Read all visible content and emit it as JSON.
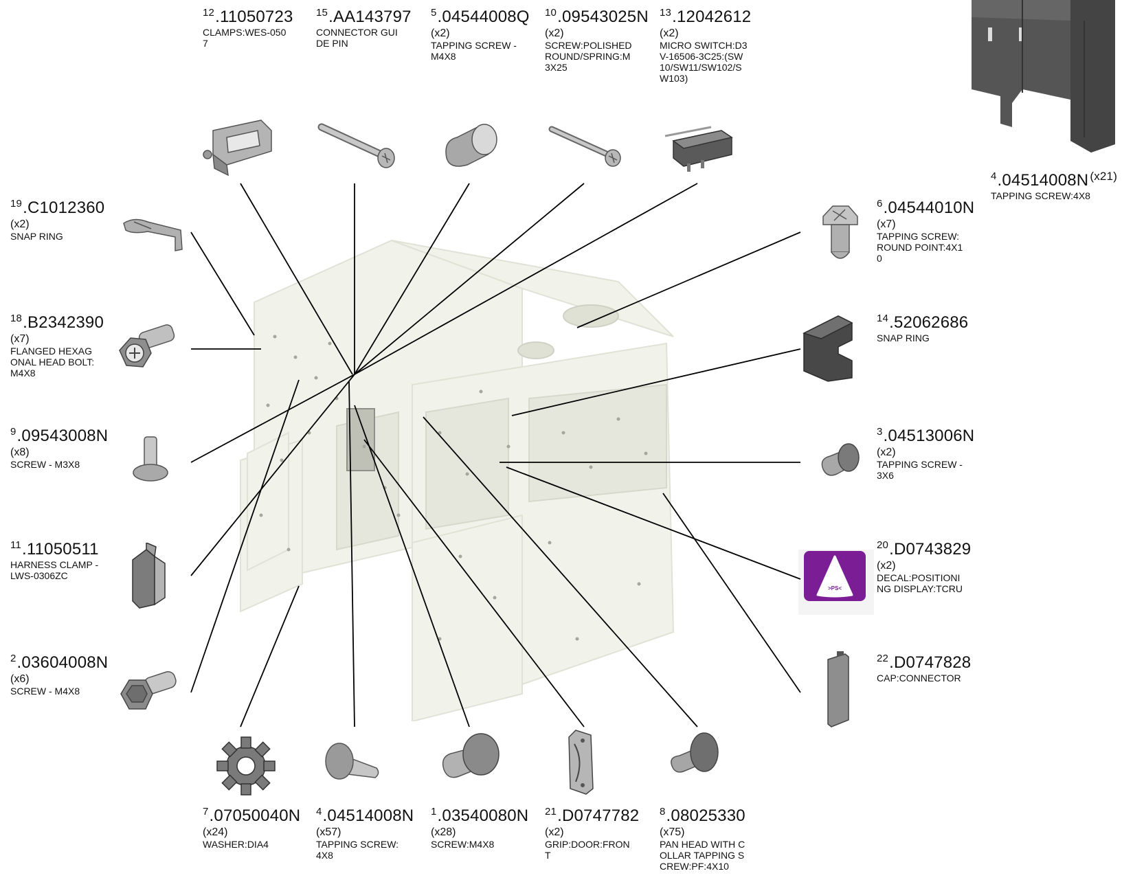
{
  "diagram": {
    "parts": [
      {
        "key": "p12",
        "index": "12",
        "number": "11050723",
        "qty": "",
        "desc": "CLAMPS:WES-050\n7",
        "icon": "wire-clamp-icon"
      },
      {
        "key": "p15",
        "index": "15",
        "number": "AA143797",
        "qty": "",
        "desc": "CONNECTOR GUI\nDE PIN",
        "icon": "guide-pin-icon"
      },
      {
        "key": "p5",
        "index": "5",
        "number": "04544008Q",
        "qty": "(x2)",
        "desc": "TAPPING SCREW -\n M4X8",
        "icon": "tapping-screw-icon"
      },
      {
        "key": "p10",
        "index": "10",
        "number": "09543025N",
        "qty": "(x2)",
        "desc": "SCREW:POLISHED\n ROUND/SPRING:M\n3X25",
        "icon": "long-screw-icon"
      },
      {
        "key": "p13",
        "index": "13",
        "number": "12042612",
        "qty": "(x2)",
        "desc": "MICRO SWITCH:D3\nV-16506-3C25:(SW\n10/SW11/SW102/S\nW103)",
        "icon": "micro-switch-icon"
      },
      {
        "key": "p4top",
        "index": "4",
        "number": "04514008N",
        "qty": "(x21)",
        "desc": "TAPPING SCREW:4X8",
        "icon": "cabinet-assembly-icon"
      },
      {
        "key": "p19",
        "index": "19",
        "number": "C1012360",
        "qty": "(x2)",
        "desc": "SNAP RING",
        "icon": "snap-ring-clip-icon"
      },
      {
        "key": "p6",
        "index": "6",
        "number": "04544010N",
        "qty": "(x7)",
        "desc": "TAPPING SCREW:\nROUND POINT:4X1\n0",
        "icon": "hex-tapping-screw-icon"
      },
      {
        "key": "p18",
        "index": "18",
        "number": "B2342390",
        "qty": "(x7)",
        "desc": "FLANGED HEXAG\nONAL HEAD BOLT:\nM4X8",
        "icon": "flanged-hex-bolt-icon"
      },
      {
        "key": "p14",
        "index": "14",
        "number": "52062686",
        "qty": "",
        "desc": "SNAP RING",
        "icon": "snap-ring-block-icon"
      },
      {
        "key": "p9",
        "index": "9",
        "number": "09543008N",
        "qty": "(x8)",
        "desc": "SCREW - M3X8",
        "icon": "small-screw-icon"
      },
      {
        "key": "p3",
        "index": "3",
        "number": "04513006N",
        "qty": "(x2)",
        "desc": "TAPPING SCREW -\n 3X6",
        "icon": "tapping-screw-icon"
      },
      {
        "key": "p11",
        "index": "11",
        "number": "11050511",
        "qty": "",
        "desc": "HARNESS CLAMP -\n LWS-0306ZC",
        "icon": "harness-clamp-icon"
      },
      {
        "key": "p20",
        "index": "20",
        "number": "D0743829",
        "qty": "(x2)",
        "desc": "DECAL:POSITIONI\nNG DISPLAY:TCRU",
        "icon": "positioning-decal-icon",
        "decal_text": ">PS<"
      },
      {
        "key": "p2",
        "index": "2",
        "number": "03604008N",
        "qty": "(x6)",
        "desc": "SCREW - M4X8",
        "icon": "hex-screw-icon"
      },
      {
        "key": "p22",
        "index": "22",
        "number": "D0747828",
        "qty": "",
        "desc": "CAP:CONNECTOR",
        "icon": "connector-cap-icon"
      },
      {
        "key": "p7",
        "index": "7",
        "number": "07050040N",
        "qty": "(x24)",
        "desc": "WASHER:DIA4",
        "icon": "toothed-washer-icon"
      },
      {
        "key": "p4",
        "index": "4",
        "number": "04514008N",
        "qty": "(x57)",
        "desc": "TAPPING SCREW:\n4X8",
        "icon": "tapping-screw-icon"
      },
      {
        "key": "p1",
        "index": "1",
        "number": "03540080N",
        "qty": "(x28)",
        "desc": "SCREW:M4X8",
        "icon": "pan-screw-icon"
      },
      {
        "key": "p21",
        "index": "21",
        "number": "D0747782",
        "qty": "(x2)",
        "desc": "GRIP:DOOR:FRON\nT",
        "icon": "door-grip-icon"
      },
      {
        "key": "p8",
        "index": "8",
        "number": "08025330",
        "qty": "(x75)",
        "desc": "PAN HEAD WITH C\nOLLAR TAPPING S\nCREW:PF:4X10",
        "icon": "collar-tapping-screw-icon"
      }
    ]
  }
}
